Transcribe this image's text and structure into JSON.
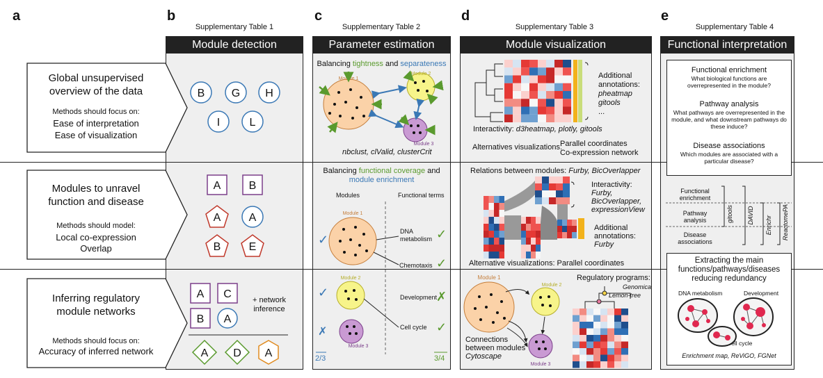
{
  "panels": {
    "a": "a",
    "b": "b",
    "c": "c",
    "d": "d",
    "e": "e"
  },
  "supp": {
    "b": "Supplementary Table 1",
    "c": "Supplementary Table 2",
    "d": "Supplementary Table 3",
    "e": "Supplementary Table 4"
  },
  "headers": {
    "b": "Module detection",
    "c": "Parameter estimation",
    "d": "Module visualization",
    "e": "Functional interpretation"
  },
  "rowA": {
    "r1": {
      "title1": "Global unsupervised",
      "title2": "overview of the data",
      "sub": "Methods should focus on:",
      "b1": "Ease of interpretation",
      "b2": "Ease of visualization"
    },
    "r2": {
      "title1": "Modules to unravel",
      "title2": "function and disease",
      "sub": "Methods should model:",
      "b1": "Local co-expression",
      "b2": "Overlap"
    },
    "r3": {
      "title1": "Inferring regulatory",
      "title2": "module networks",
      "sub": "Methods should focus on:",
      "b1": "Accuracy of inferred network"
    }
  },
  "colB": {
    "r1": [
      "B",
      "G",
      "H",
      "I",
      "L"
    ],
    "r2": [
      "A",
      "B",
      "A",
      "A",
      "B",
      "E"
    ],
    "r3": {
      "letters": [
        "A",
        "C",
        "B",
        "A"
      ],
      "network1": "+ network",
      "network2": "inference",
      "bottom": [
        "A",
        "D",
        "A"
      ]
    }
  },
  "colC": {
    "r1": {
      "bal": "Balancing ",
      "tight": "tightness",
      "and": " and ",
      "sep": "separateness",
      "m1": "Module 1",
      "m2": "Module 2",
      "m3": "Module 3",
      "tools": "nbclust, clValid, clusterCrit"
    },
    "r2": {
      "bal": "Balancing ",
      "fc": "functional coverage",
      "and": " and",
      "me": "module enrichment",
      "modules": "Modules",
      "terms": "Functional terms",
      "m1": "Module 1",
      "m2": "Module 2",
      "m3": "Module 3",
      "term1a": "DNA",
      "term1b": "metabolism",
      "term2": "Chemotaxis",
      "term3": "Development",
      "term4": "Cell cycle",
      "left": "2/3",
      "right": "3/4"
    }
  },
  "colD": {
    "r1": {
      "add1": "Additional",
      "add2": "annotations:",
      "tool1": "pheatmap",
      "tool2": "gitools",
      "dots": "...",
      "inter": "Interactivity: ",
      "intertools": "d3heatmap, plotly, gitools",
      "alt": "Alternatives visualizations:",
      "alt1": "Parallel coordinates",
      "alt2": "Co-expression network"
    },
    "r2": {
      "rel": "Relations between modules: ",
      "reltools": "Furby, BicOverlapper",
      "inter": "Interactivity:",
      "i1": "Furby,",
      "i2": "BicOverlapper,",
      "i3": "expressionView",
      "add1": "Additional",
      "add2": "annotations:",
      "add3": "Furby",
      "alt": "Alternative visualizations: Parallel coordinates"
    },
    "r3": {
      "m1": "Module 1",
      "m2": "Module 2",
      "m3": "Module 3",
      "conn1": "Connections",
      "conn2": "between modules",
      "conn3": "Cytoscape",
      "reg": "Regulatory programs:",
      "g1": "Genomica",
      "g2": "Lemon-tree"
    }
  },
  "colE": {
    "box1": {
      "fe": "Functional enrichment",
      "fe_q": "What biological functions are overrepresented in the module?",
      "pa": "Pathway analysis",
      "pa_q": "What pathways are overrepresented in the module, and what downstream pathways do these induce?",
      "da": "Disease associations",
      "da_q": "Which modules are associated with a particular disease?"
    },
    "mid": {
      "fe1": "Functional",
      "fe2": "enrichment",
      "pa1": "Pathway",
      "pa2": "analysis",
      "da1": "Disease",
      "da2": "associations",
      "t1": "gitools",
      "t2": "DAVID",
      "t3": "Enrichr",
      "t4": "ReactomePA"
    },
    "box2": {
      "ex1": "Extracting the main",
      "ex2": "functions/pathways/diseases",
      "ex3": "reducing redundancy",
      "dna": "DNA metabolism",
      "dev": "Development",
      "cc": "Cell cycle",
      "tools": "Enrichment map, ReViGO, FGNet"
    }
  },
  "colors": {
    "blue": "#3a78b5",
    "red": "#c0392b",
    "purple": "#7b3f8a",
    "green": "#5a9a2e",
    "orange": "#e08a1e",
    "module1": "#fbd2a8",
    "module2": "#f7f48a",
    "module3": "#c99ad3",
    "header": "#222222"
  }
}
